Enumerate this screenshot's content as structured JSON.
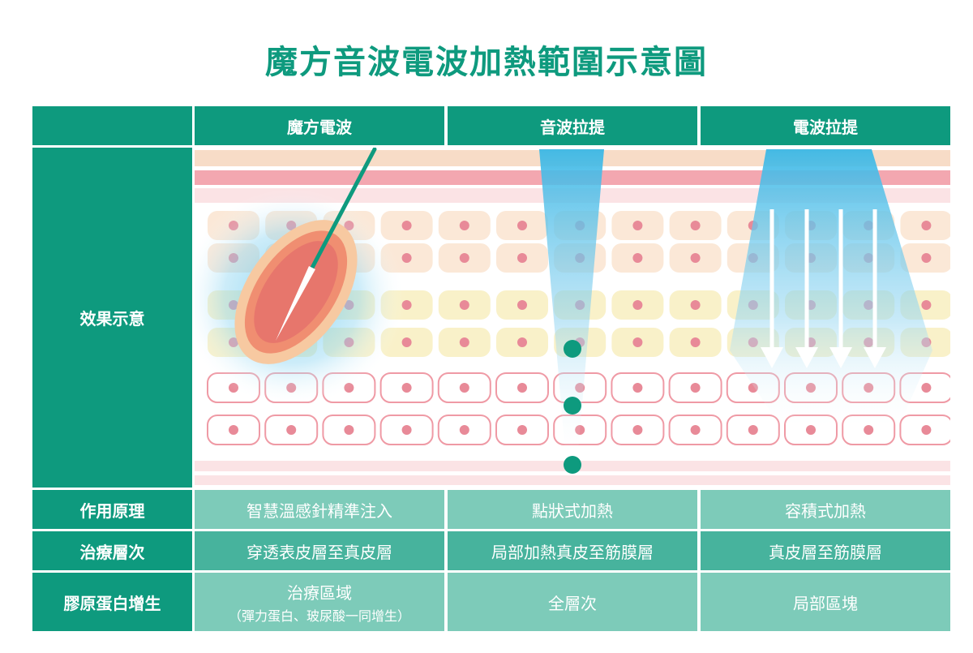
{
  "title": "魔方音波電波加熱範圍示意圖",
  "columns": [
    "魔方電波",
    "音波拉提",
    "電波拉提"
  ],
  "rows": {
    "effect": "效果示意",
    "principle": {
      "label": "作用原理",
      "values": [
        "智慧溫感針精準注入",
        "點狀式加熱",
        "容積式加熱"
      ]
    },
    "depth": {
      "label": "治療層次",
      "values": [
        "穿透表皮層至真皮層",
        "局部加熱真皮至筋膜層",
        "真皮層至筋膜層"
      ]
    },
    "collagen": {
      "label": "膠原蛋白增生",
      "col1_line1": "治療區域",
      "col1_line2": "（彈力蛋白、玻尿酸一同增生）",
      "col2": "全層次",
      "col3": "局部區塊"
    }
  },
  "colors": {
    "teal_dark": "#0e9a7e",
    "teal_mid": "#47b39d",
    "teal_light": "#7dcbb9",
    "skin_peach": "#f7dcc7",
    "skin_pink": "#f3a7b0",
    "cell_outline": "#ef9aa5",
    "beam_blue": "#3bb8e6"
  }
}
